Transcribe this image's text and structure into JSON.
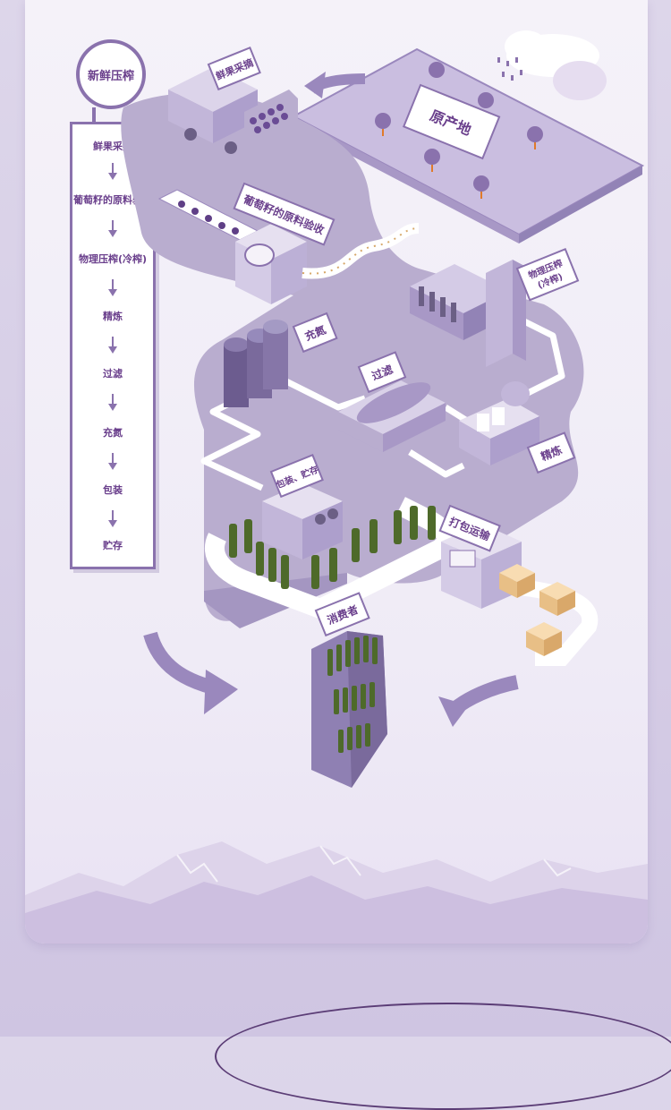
{
  "side_board": {
    "title": "新鲜压榨",
    "steps": [
      "鲜果采摘",
      "葡萄籽的原料验收",
      "物理压榨(冷榨)",
      "精炼",
      "过滤",
      "充氮",
      "包装",
      "贮存"
    ]
  },
  "signs": {
    "origin": "原产地",
    "picking": "鲜果采摘",
    "inspection": "葡萄籽的原料验收",
    "pressing_line1": "物理压榨",
    "pressing_line2": "(冷榨)",
    "nitrogen": "充氮",
    "filtering": "过滤",
    "refining": "精炼",
    "packing": "包装、贮存",
    "shipping": "打包运输",
    "consumer": "消费者"
  },
  "colors": {
    "accent": "#8a72ad",
    "text": "#6a3f8c",
    "platform": "#b4a7cc",
    "machine": "#d9d1e8",
    "bottle": "#4e6a2a",
    "box": "#f2cfa0"
  }
}
